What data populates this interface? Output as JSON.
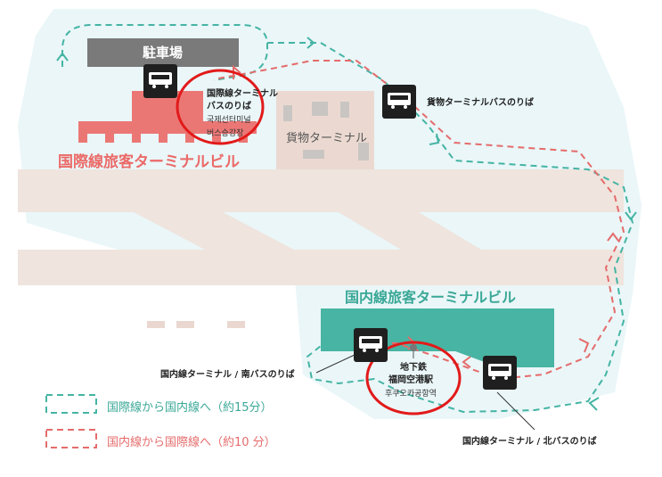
{
  "labels": {
    "parking": "駐車場",
    "intl_terminal": "国際線旅客ターミナルビル",
    "cargo_terminal": "貨物ターミナル",
    "domestic_terminal": "国内線旅客ターミナルビル",
    "intl_bus_jp_1": "国際線ターミナル",
    "intl_bus_jp_2": "バスのりば",
    "intl_bus_kr_1": "국제선터미널",
    "intl_bus_kr_2": "버스승강장",
    "cargo_bus": "貨物ターミナルバスのりば",
    "south_bus": "国内線ターミナル / 南バスのりば",
    "north_bus": "国内線ターミナル / 北バスのりば",
    "subway_1": "地下鉄",
    "subway_2": "福岡空港駅",
    "subway_kr": "후쿠오카공항역"
  },
  "legend": {
    "intl_to_domestic": "国際線から国内線へ（約15分）",
    "domestic_to_intl": "国内線から国際線へ（約10 分）"
  },
  "colors": {
    "teal": "#45b4a4",
    "salmon": "#e56b6b",
    "runway": "#efe4de",
    "terminal_red": "#eb7775",
    "terminal_teal": "#48b4a3",
    "highlight_red": "#e21a1a",
    "bus_box": "#1f1f1f",
    "parking": "#7a7a7a",
    "sky": "#eaf6f8"
  }
}
